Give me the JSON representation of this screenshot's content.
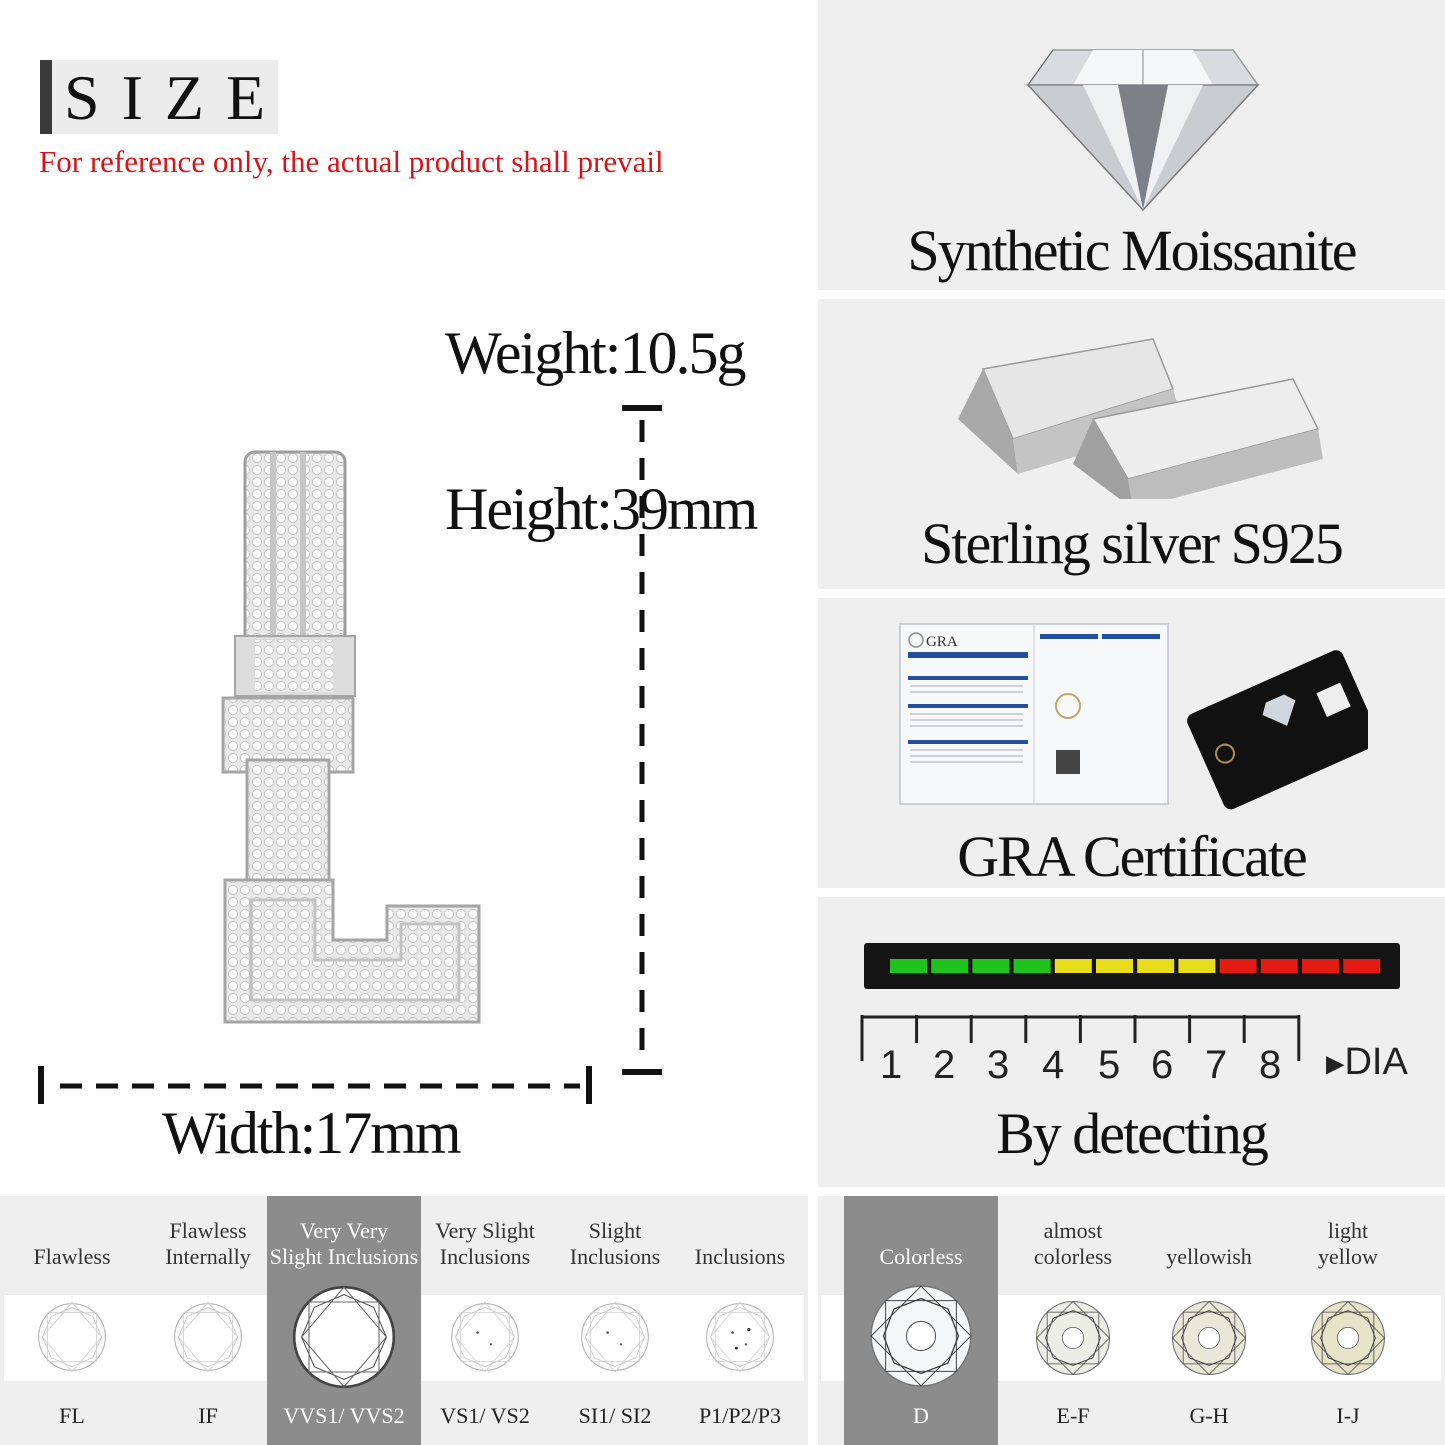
{
  "size_section": {
    "heading": "SIZE",
    "note": "For reference only, the actual product shall prevail",
    "weight": "Weight:10.5g",
    "height": "Height:39mm",
    "width": "Width:17mm"
  },
  "features": [
    {
      "title": "Synthetic Moissanite",
      "icon": "diamond-icon"
    },
    {
      "title": "Sterling silver S925",
      "icon": "silver-bars-icon"
    },
    {
      "title": "GRA Certificate",
      "icon": "certificate-icon",
      "logo": "GRA"
    },
    {
      "title": "By detecting",
      "icon": "tester-icon"
    }
  ],
  "tester": {
    "scale": [
      "1",
      "2",
      "3",
      "4",
      "5",
      "6",
      "7",
      "8"
    ],
    "end_label": "DIA",
    "segment_colors": [
      "#1ec31e",
      "#e8dd1a",
      "#e21a12"
    ]
  },
  "clarity": [
    {
      "label_line1": "Flawless",
      "label_line2": "",
      "code": "FL"
    },
    {
      "label_line1": "Flawless",
      "label_line2": "Internally",
      "code": "IF"
    },
    {
      "label_line1": "Very Very",
      "label_line2": "Slight Inclusions",
      "code": "VVS1/ VVS2",
      "highlighted": true
    },
    {
      "label_line1": "Very Slight",
      "label_line2": "Inclusions",
      "code": "VS1/ VS2"
    },
    {
      "label_line1": "Slight",
      "label_line2": "Inclusions",
      "code": "SI1/ SI2"
    },
    {
      "label_line1": "Inclusions",
      "label_line2": "",
      "code": "P1/P2/P3"
    }
  ],
  "color_grades": [
    {
      "label_line1": "Colorless",
      "label_line2": "",
      "code": "D",
      "highlighted": true
    },
    {
      "label_line1": "almost",
      "label_line2": "colorless",
      "code": "E-F"
    },
    {
      "label_line1": "yellowish",
      "label_line2": "",
      "code": "G-H"
    },
    {
      "label_line1": "light",
      "label_line2": "yellow",
      "code": "I-J"
    }
  ]
}
